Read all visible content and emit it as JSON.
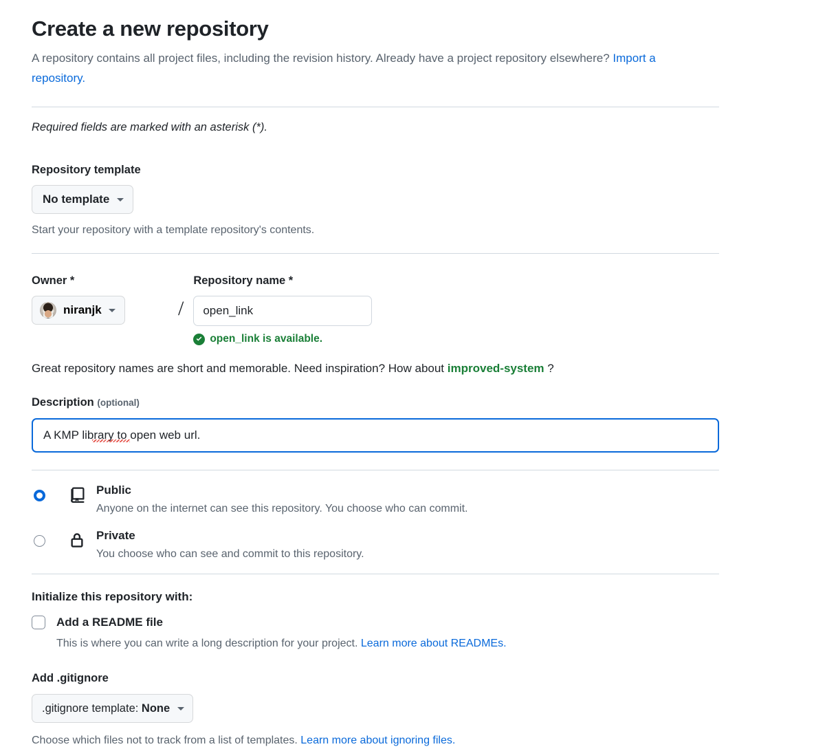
{
  "header": {
    "title": "Create a new repository",
    "subtitle_part1": "A repository contains all project files, including the revision history. Already have a project repository elsewhere? ",
    "import_link": "Import a repository."
  },
  "required_note": "Required fields are marked with an asterisk (*).",
  "template_section": {
    "label": "Repository template",
    "selected": "No template",
    "hint": "Start your repository with a template repository's contents."
  },
  "owner_section": {
    "owner_label": "Owner *",
    "owner_value": "niranjk",
    "separator": "/",
    "repo_label": "Repository name *",
    "repo_value": "open_link",
    "repo_placeholder": "",
    "availability_text": "open_link is available.",
    "availability_icon": "check-circle-fill-icon",
    "availability_color": "#1a7f37"
  },
  "inspiration": {
    "prefix": "Great repository names are short and memorable. Need inspiration? How about ",
    "suggestion": "improved-system",
    "suffix": " ?"
  },
  "description_section": {
    "label": "Description",
    "optional_tag": "(optional)",
    "value": "A KMP library to open web url.",
    "placeholder": "",
    "focus_color": "#0969da"
  },
  "visibility": {
    "options": [
      {
        "id": "public",
        "icon": "repo-book-icon",
        "title": "Public",
        "description": "Anyone on the internet can see this repository. You choose who can commit.",
        "selected": true
      },
      {
        "id": "private",
        "icon": "lock-icon",
        "title": "Private",
        "description": "You choose who can see and commit to this repository.",
        "selected": false
      }
    ]
  },
  "initialize": {
    "title": "Initialize this repository with:",
    "readme": {
      "label": "Add a README file",
      "checked": false,
      "help_prefix": "This is where you can write a long description for your project. ",
      "help_link": "Learn more about READMEs."
    }
  },
  "gitignore": {
    "label": "Add .gitignore",
    "button_prefix": ".gitignore template: ",
    "button_value": "None",
    "help_prefix": "Choose which files not to track from a list of templates. ",
    "help_link": "Learn more about ignoring files."
  }
}
